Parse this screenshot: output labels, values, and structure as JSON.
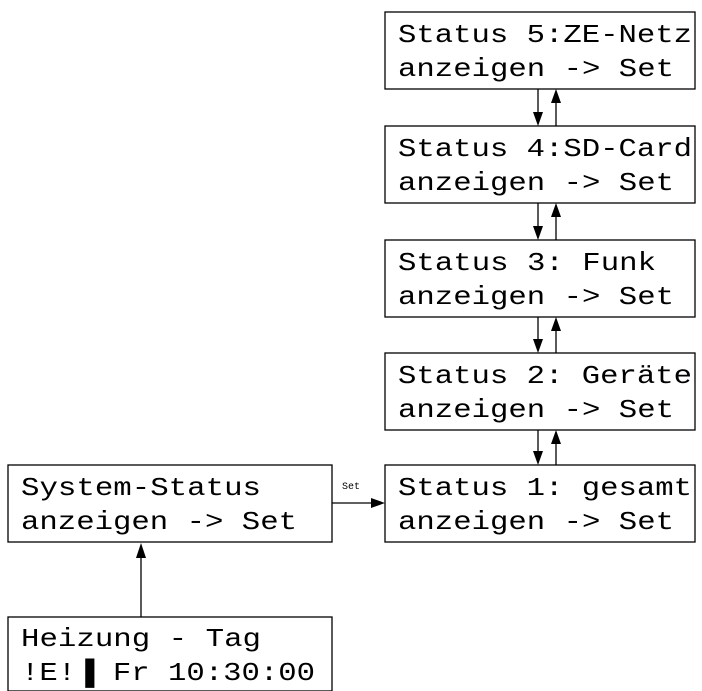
{
  "menus": {
    "home": {
      "line1": "Heizung - Tag",
      "line2": "!E!▐ Fr 10:30:00"
    },
    "system_status": {
      "line1": "System-Status",
      "line2": "anzeigen -> Set"
    },
    "status_1": {
      "line1": "Status 1: gesamt",
      "line2": "anzeigen -> Set"
    },
    "status_2": {
      "line1": "Status 2: Geräte",
      "line2": "anzeigen -> Set"
    },
    "status_3": {
      "line1": "Status 3: Funk",
      "line2": "anzeigen -> Set"
    },
    "status_4": {
      "line1": "Status 4:SD-Card",
      "line2": "anzeigen -> Set"
    },
    "status_5": {
      "line1": "Status 5:ZE-Netz",
      "line2": "anzeigen -> Set"
    }
  },
  "edges": {
    "set_label": "Set"
  }
}
